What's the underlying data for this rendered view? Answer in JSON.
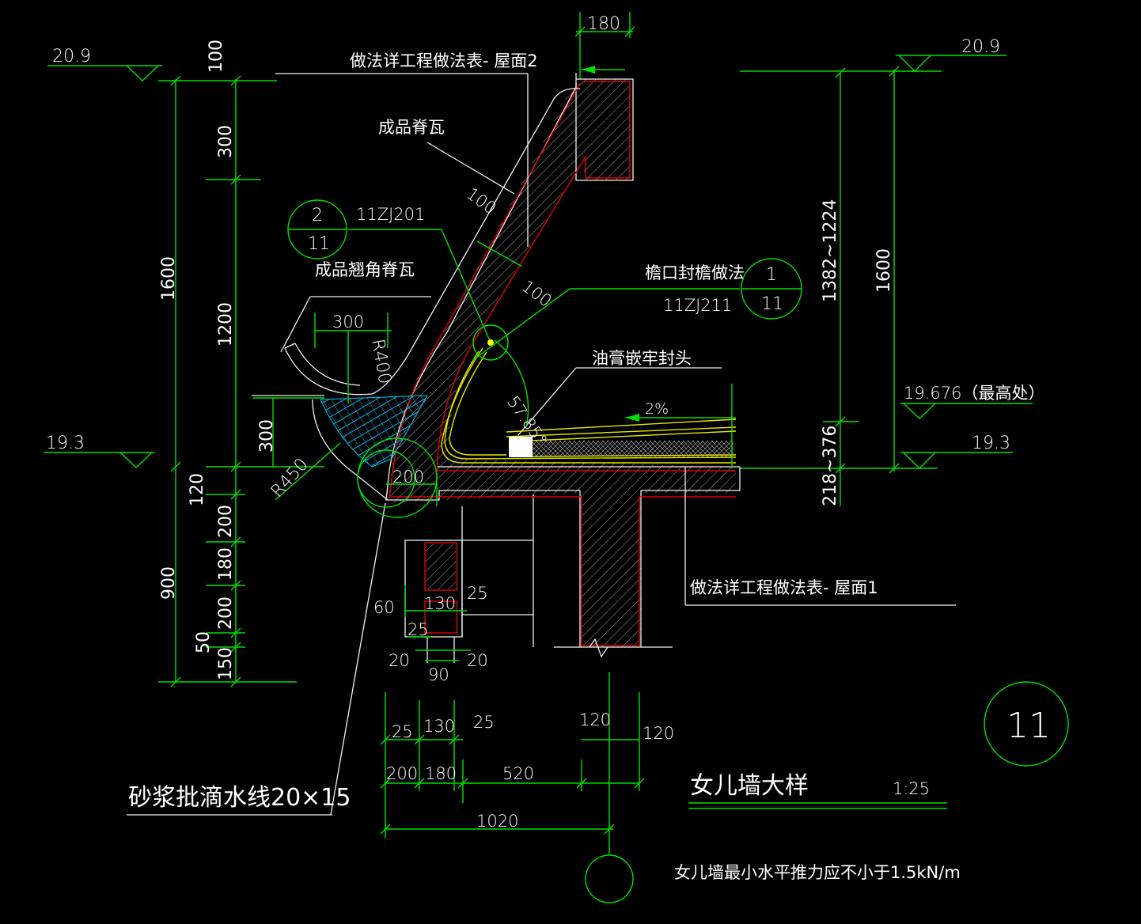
{
  "colors": {
    "background": "#000000",
    "dimension_lines": "#00e000",
    "outline": "#f2f2f2",
    "concrete_edge": "#e00000",
    "membrane": "#e8e800",
    "fill_hatch": "#00c8ff"
  },
  "drawing": {
    "title": "女儿墙大样",
    "scale": "1:25",
    "detail_number": "11",
    "note": "女儿墙最小水平推力应不小于1.5kN/m"
  },
  "elevations": {
    "top_left": "20.9",
    "top_right": "20.9",
    "mid_left": "19.3",
    "mid_right": "19.3",
    "highest": "19.676（最高处）"
  },
  "labels": {
    "roof2": "做法详工程做法表- 屋面2",
    "ridge_tile": "成品脊瓦",
    "upturned_tile": "成品翘角脊瓦",
    "eave_method": "檐口封檐做法",
    "sealant": "油膏嵌牢封头",
    "roof1": "做法详工程做法表- 屋面1",
    "drip_line": "砂浆批滴水线20×15",
    "slope": "2%",
    "angle": "57.85°",
    "r400": "R400",
    "r450": "R450"
  },
  "references": {
    "ref1": {
      "num": "2",
      "sheet": "11",
      "code": "11ZJ201"
    },
    "ref2": {
      "num": "1",
      "sheet": "11",
      "code": "11ZJ211"
    }
  },
  "dims_left": [
    "100",
    "300",
    "1200",
    "1600",
    "300",
    "120",
    "200",
    "180",
    "200",
    "900",
    "50",
    "150"
  ],
  "dims_right": [
    "1382~1224",
    "1600",
    "218~376"
  ],
  "dims_top": {
    "wall_width": "180",
    "slab1": "100",
    "slab2": "100",
    "eave": "300",
    "lip": "200"
  },
  "dims_beam": [
    "60",
    "130",
    "25",
    "25",
    "20",
    "20",
    "90"
  ],
  "dims_bottom": {
    "row1": [
      "25",
      "130",
      "25",
      "120",
      "120"
    ],
    "row2": [
      "200",
      "180",
      "520"
    ],
    "total": "1020"
  }
}
